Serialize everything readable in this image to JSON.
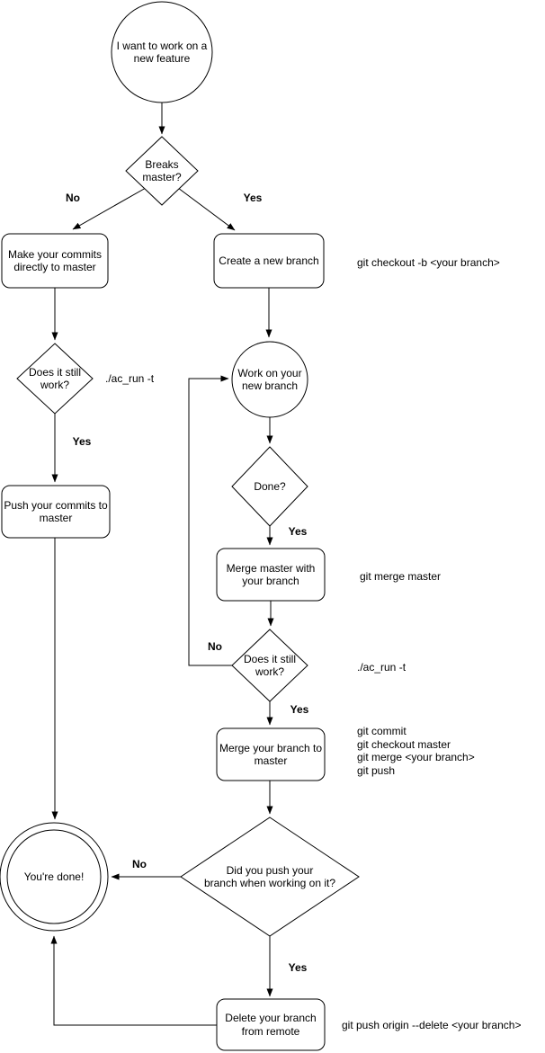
{
  "nodes": {
    "start": {
      "label": "I want to work on a\nnew feature"
    },
    "breaks_master": {
      "label": "Breaks\nmaster?"
    },
    "commit_master": {
      "label": "Make your commits\ndirectly to master"
    },
    "create_branch": {
      "label": "Create a new branch"
    },
    "work_branch": {
      "label": "Work on your\nnew branch"
    },
    "still_work_left": {
      "label": "Does it still\nwork?"
    },
    "push_commits": {
      "label": "Push your commits to\nmaster"
    },
    "done_q": {
      "label": "Done?"
    },
    "merge_master": {
      "label": "Merge master with\nyour branch"
    },
    "still_work_right": {
      "label": "Does it still\nwork?"
    },
    "merge_branch": {
      "label": "Merge your branch to\nmaster"
    },
    "did_push": {
      "label": "Did you push your\nbranch when working on it?"
    },
    "youre_done": {
      "label": "You're done!"
    },
    "delete_remote": {
      "label": "Delete your branch\nfrom remote"
    }
  },
  "edge_labels": {
    "breaks_no": "No",
    "breaks_yes": "Yes",
    "still_left_yes": "Yes",
    "done_yes": "Yes",
    "still_right_no": "No",
    "still_right_yes": "Yes",
    "push_no": "No",
    "push_yes": "Yes"
  },
  "annotations": {
    "checkout_cmd": "git checkout -b <your branch>",
    "ac_run_left": "./ac_run -t",
    "merge_master_cmd": "git merge master",
    "ac_run_right": "./ac_run -t",
    "merge_cmds": [
      "git commit",
      "git checkout master",
      "git merge <your branch>",
      "git push"
    ],
    "delete_cmd": "git push origin --delete <your branch>"
  },
  "colors": {
    "stroke": "#000000",
    "background": "#ffffff"
  }
}
